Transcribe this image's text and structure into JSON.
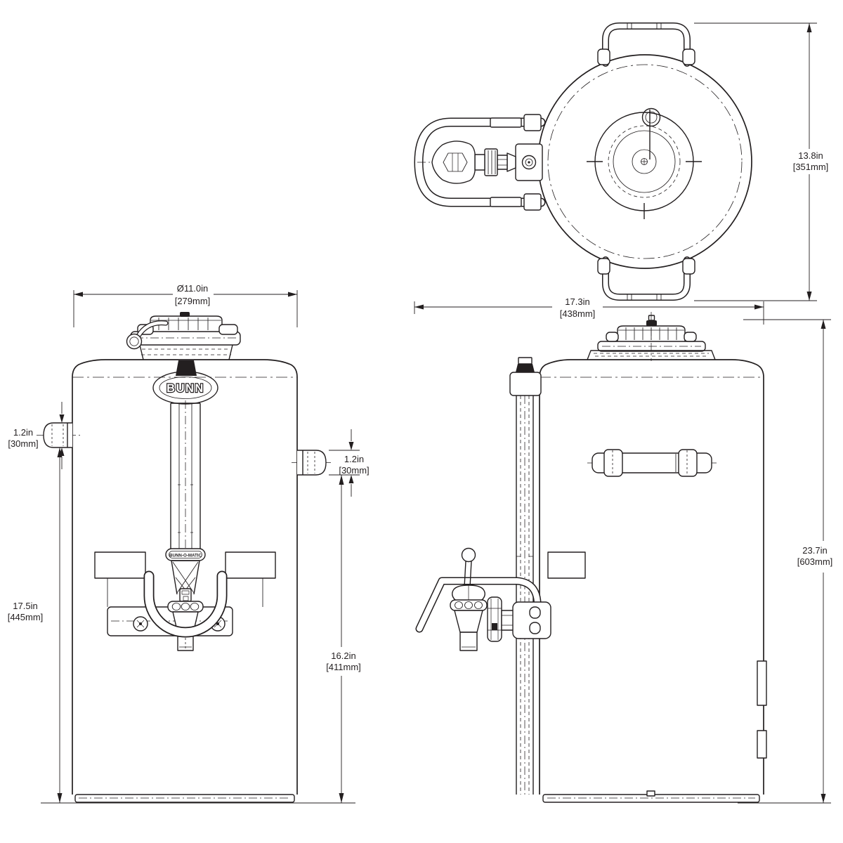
{
  "meta": {
    "description": "Dimensional technical line drawing of a BUNN thermal server with top, front and side orthographic views",
    "background": "#ffffff",
    "line_color": "#231f20"
  },
  "branding": {
    "logo_text": "BUNN",
    "faucet_band_text": "BUNN-O-MATIC"
  },
  "dimensions": {
    "top_depth": {
      "inches": "13.8in",
      "millimeters": "[351mm]"
    },
    "front_diameter": {
      "inches": "Ø11.0in",
      "millimeters": "[279mm]"
    },
    "left_spout": {
      "inches": "1.2in",
      "millimeters": "[30mm]"
    },
    "front_height": {
      "inches": "17.5in",
      "millimeters": "[445mm]"
    },
    "right_spout": {
      "inches": "1.2in",
      "millimeters": "[30mm]"
    },
    "spout_to_base": {
      "inches": "16.2in",
      "millimeters": "[411mm]"
    },
    "side_width": {
      "inches": "17.3in",
      "millimeters": "[438mm]"
    },
    "overall_height": {
      "inches": "23.7in",
      "millimeters": "[603mm]"
    }
  }
}
